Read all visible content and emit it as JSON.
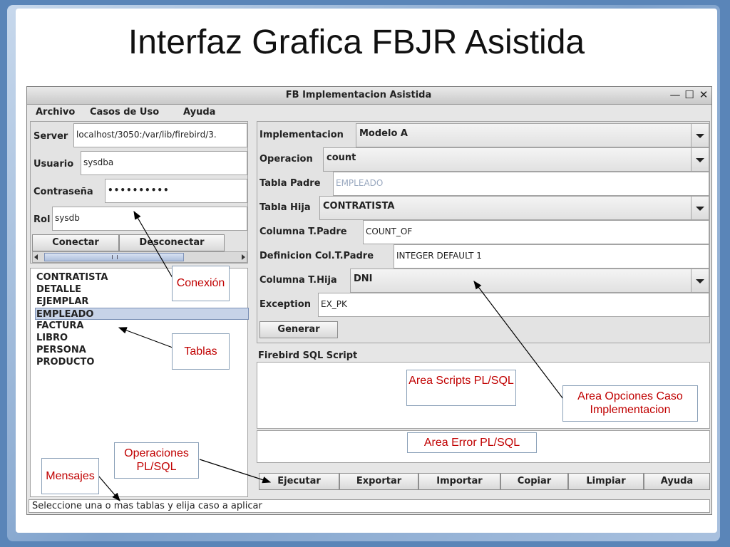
{
  "slide": {
    "title": "Interfaz Grafica FBJR Asistida"
  },
  "window": {
    "title": "FB Implementacion Asistida",
    "controls": {
      "minimize": "—",
      "maximize": "☐",
      "close": "✕"
    }
  },
  "menu": [
    "Archivo",
    "Casos de Uso",
    "Ayuda"
  ],
  "connection": {
    "server_label": "Server",
    "server_value": "localhost/3050:/var/lib/firebird/3.",
    "user_label": "Usuario",
    "user_value": "sysdba",
    "password_label": "Contraseña",
    "password_value": "••••••••••",
    "role_label": "Rol",
    "role_value": "sysdb",
    "connect_button": "Conectar",
    "disconnect_button": "Desconectar"
  },
  "tables": {
    "items": [
      "CONTRATISTA",
      "DETALLE",
      "EJEMPLAR",
      "EMPLEADO",
      "FACTURA",
      "LIBRO",
      "PERSONA",
      "PRODUCTO"
    ],
    "selected": "EMPLEADO"
  },
  "options": {
    "implementacion_label": "Implementacion",
    "implementacion_value": "Modelo A",
    "operacion_label": "Operacion",
    "operacion_value": "count",
    "tabla_padre_label": "Tabla Padre",
    "tabla_padre_value": "EMPLEADO",
    "tabla_hija_label": "Tabla Hija",
    "tabla_hija_value": "CONTRATISTA",
    "columna_padre_label": "Columna T.Padre",
    "columna_padre_value": "COUNT_OF",
    "definicion_label": "Definicion Col.T.Padre",
    "definicion_value": "INTEGER DEFAULT 1",
    "columna_hija_label": "Columna T.Hija",
    "columna_hija_value": "DNI",
    "exception_label": "Exception",
    "exception_value": "EX_PK",
    "generate_button": "Generar"
  },
  "script_section_label": "Firebird SQL Script",
  "actions": [
    "Ejecutar",
    "Exportar",
    "Importar",
    "Copiar",
    "Limpiar",
    "Ayuda"
  ],
  "status_message": "Seleccione una o mas tablas y elija caso a aplicar",
  "callouts": {
    "conexion": "Conexión",
    "tablas": "Tablas",
    "area_scripts": "Area Scripts PL/SQL",
    "area_opciones": "Area Opciones Caso Implementacion",
    "area_error": "Area Error PL/SQL",
    "operaciones": "Operaciones PL/SQL",
    "mensajes": "Mensajes"
  },
  "colors": {
    "callout_text": "#c00000",
    "selection": "#c7d3e8",
    "slide_frame": "#7fa2cc"
  },
  "icons": {
    "combo_arrow": "chevron-down-icon",
    "scroll_left": "arrow-left-icon",
    "scroll_right": "arrow-right-icon",
    "scroll_thumb": "scroll-grip-icon"
  }
}
